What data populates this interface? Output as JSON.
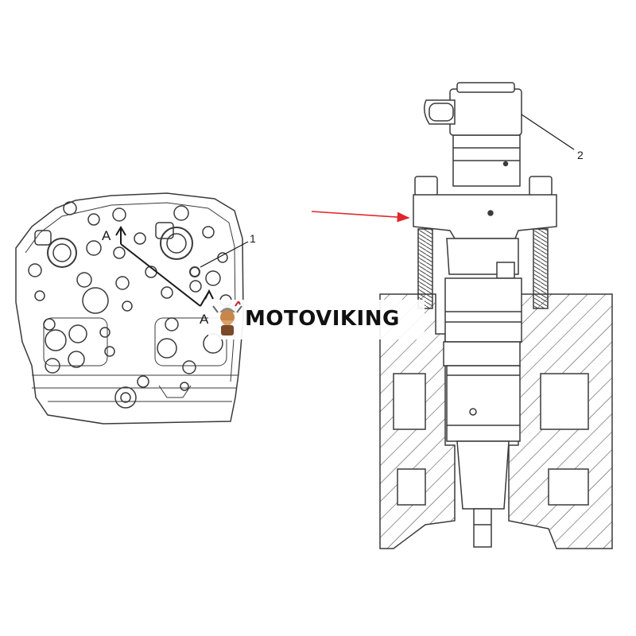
{
  "colors": {
    "line": "#3a3a3a",
    "arrow": "#e0262a",
    "hatch": "#555555",
    "brand_text": "#111111"
  },
  "left_view": {
    "section_label_top": "A",
    "section_label_bottom": "A",
    "callout_1": "1"
  },
  "right_view": {
    "callout_2": "2"
  },
  "watermark": {
    "text": "MOTOVIKING",
    "logo": "viking-mascot-icon"
  }
}
